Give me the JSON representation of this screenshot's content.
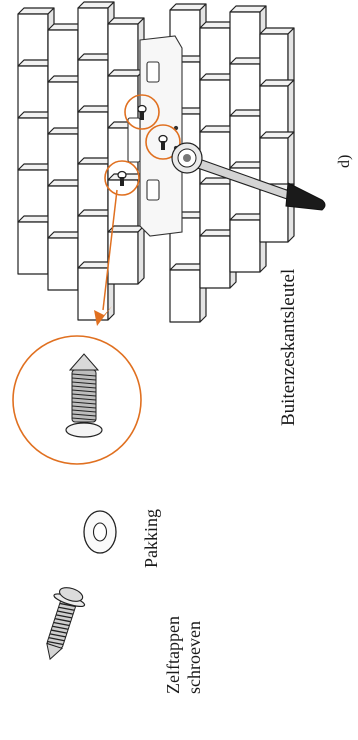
{
  "step_label": "d)",
  "labels": {
    "wrench": "Buitenzeskantsleutel",
    "washer": "Pakking",
    "screws_line1": "Zelftappen",
    "screws_line2": "schroeven"
  },
  "colors": {
    "accent": "#e07020",
    "line": "#222222",
    "handle": "#1a1a1a",
    "metal": "#cfcfcf"
  },
  "icons": [
    "wall-icon",
    "bracket-icon",
    "wrench-icon",
    "screw-icon",
    "washer-icon",
    "magnifier-circle-icon"
  ]
}
